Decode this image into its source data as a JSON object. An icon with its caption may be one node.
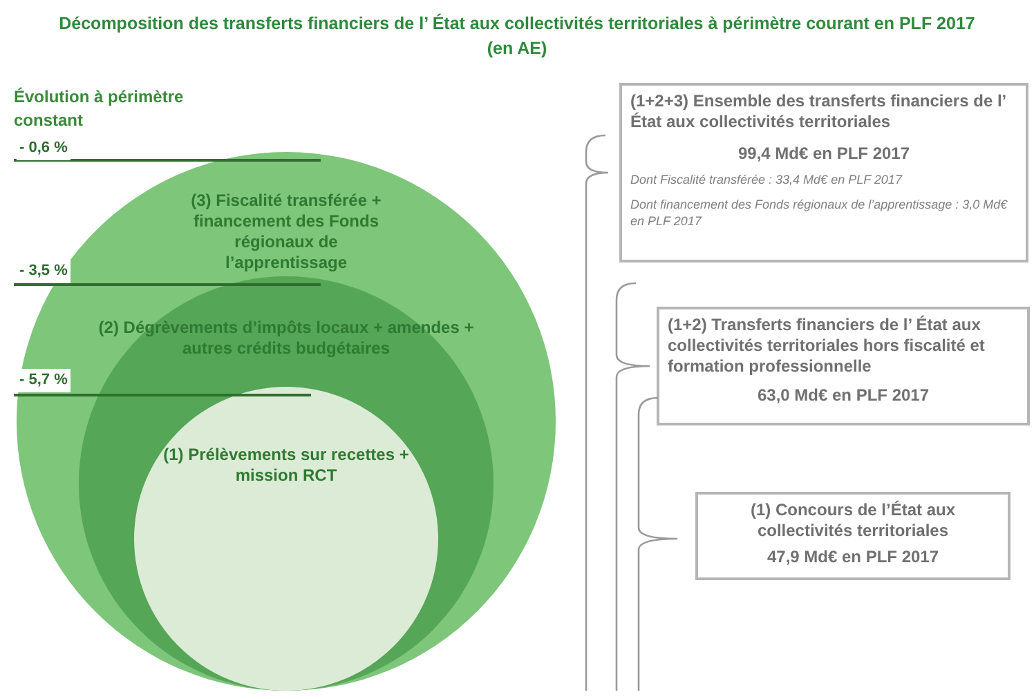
{
  "diagram": {
    "title": "Décomposition des transferts financiers de l’ État aux collectivités territoriales à périmètre courant en PLF 2017 (en AE)",
    "nodes": [
      {
        "text": [
          "(3) Fiscalité transférée + financement des Fonds régionaux de l’apprentissage"
        ]
      },
      {
        "text": [
          "(2) Dégrèvements d’impôts locaux + amendes + autres crédits budgétaires"
        ],
        "in": 0
      },
      {
        "text": [
          "(1) Prélèvements sur recettes + mission RCT"
        ],
        "in": 1
      },
      {
        "text": [
          "(1+2+3) Ensemble des transferts financiers de l’ État aux collectivités territoriales",
          "99,4 Md€ en PLF 2017",
          "Dont Fiscalité transférée : 33,4 Md€ en PLF 2017",
          "Dont financement des Fonds régionaux de l’apprentissage : 3,0 Md€ en PLF 2017"
        ]
      },
      {
        "text": [
          "(1+2) Transferts financiers de l’ État aux collectivités territoriales hors fiscalité et formation professionnelle",
          "63,0 Md€ en PLF 2017"
        ]
      },
      {
        "text": [
          "(1) Concours de l’État aux collectivités territoriales",
          "47,9 Md€ en PLF 2017"
        ]
      }
    ],
    "labels": [
      "Évolution à périmètre constant",
      "- 0,6 %",
      "- 3,5 %",
      "- 5,7 %"
    ]
  }
}
